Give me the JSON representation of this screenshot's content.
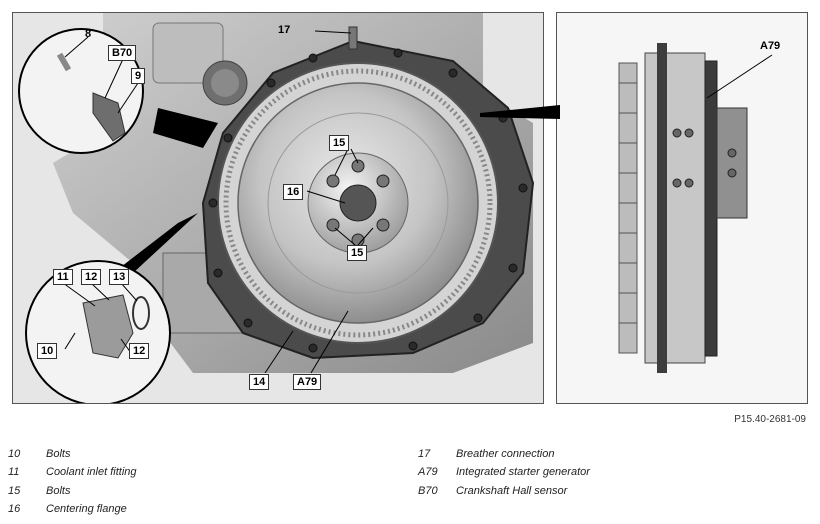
{
  "callouts": {
    "c8": "8",
    "cB70": "B70",
    "c9": "9",
    "c17": "17",
    "c15a": "15",
    "c16": "16",
    "c15b": "15",
    "c11": "11",
    "c12a": "12",
    "c13": "13",
    "c10": "10",
    "c12b": "12",
    "c14": "14",
    "cA79": "A79",
    "cA79side": "A79"
  },
  "figure_id": "P15.40-2681-09",
  "legend": {
    "left": [
      {
        "code": "10",
        "desc": "Bolts"
      },
      {
        "code": "11",
        "desc": "Coolant inlet fitting"
      },
      {
        "code": "15",
        "desc": "Bolts"
      },
      {
        "code": "16",
        "desc": "Centering flange"
      }
    ],
    "right": [
      {
        "code": "17",
        "desc": "Breather connection"
      },
      {
        "code": "A79",
        "desc": "Integrated starter generator"
      },
      {
        "code": "B70",
        "desc": "Crankshaft Hall sensor"
      }
    ]
  }
}
